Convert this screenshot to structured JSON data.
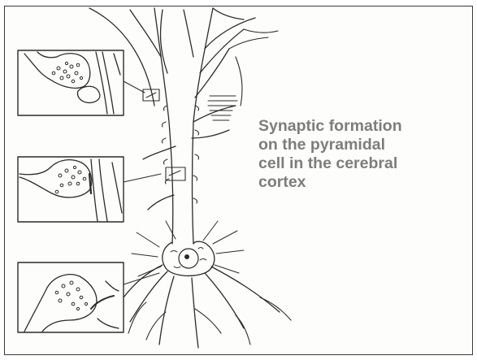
{
  "caption": {
    "lines": [
      "Synaptic formation",
      "on the pyramidal",
      "cell in the cerebral",
      "cortex"
    ]
  },
  "figure": {
    "subject": "pyramidal-neuron",
    "insets": [
      "synapse-inset",
      "synapse-inset",
      "synapse-inset"
    ]
  },
  "colors": {
    "ink": "#2b2b2b",
    "caption": "#7d7d7d",
    "frame": "#3a3a3a",
    "paper": "#fdfdfb"
  }
}
